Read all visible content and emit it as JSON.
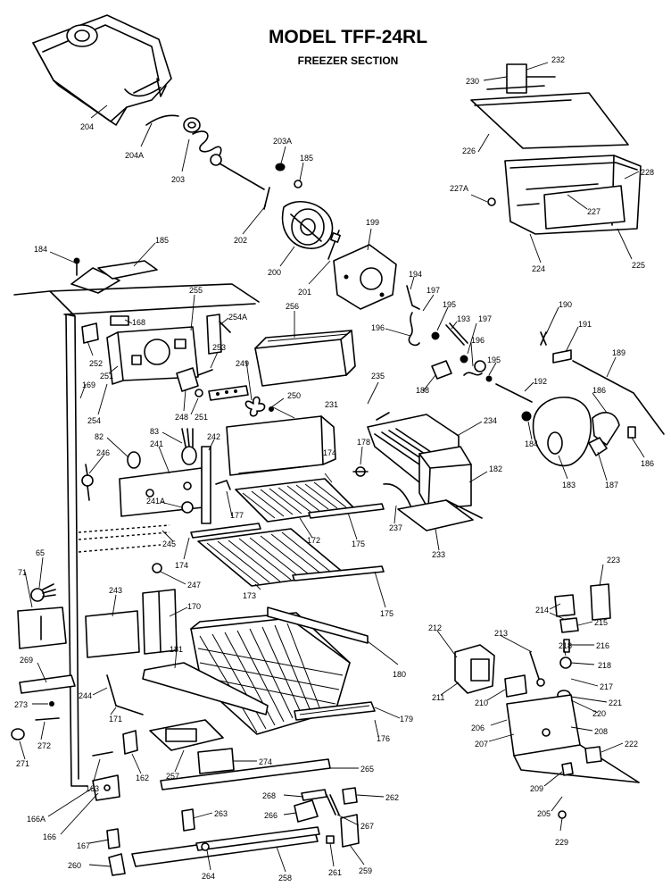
{
  "title": "MODEL TFF-24RL",
  "subtitle": "FREEZER SECTION",
  "labels": {
    "n204": "204",
    "n204A": "204A",
    "n203": "203",
    "n203A": "203A",
    "n185a": "185",
    "n202": "202",
    "n200": "200",
    "n201": "201",
    "n199": "199",
    "n230": "230",
    "n232": "232",
    "n226": "226",
    "n228": "228",
    "n227A": "227A",
    "n227": "227",
    "n224": "224",
    "n225": "225",
    "n184a": "184",
    "n185b": "185",
    "n255": "255",
    "n168": "168",
    "n254A": "254A",
    "n252": "252",
    "n251": "251",
    "n253": "253",
    "n169": "169",
    "n254": "254",
    "n248": "248",
    "n251b": "251",
    "n249": "249",
    "n250": "250",
    "n256": "256",
    "n194": "194",
    "n197a": "197",
    "n195": "195",
    "n193": "193",
    "n196a": "196",
    "n197b": "197",
    "n196b": "196",
    "n195b": "195",
    "n188": "188",
    "n192": "192",
    "n190": "190",
    "n191": "191",
    "n189": "189",
    "n186": "186",
    "n184b": "184",
    "n183": "183",
    "n187": "187",
    "n186b": "186",
    "n235": "235",
    "n231": "231",
    "n234": "234",
    "n178a": "178",
    "n182": "182",
    "n82": "82",
    "n83": "83",
    "n241": "241",
    "n242": "242",
    "n246": "246",
    "n174a": "174",
    "n241A": "241A",
    "n177": "177",
    "n172": "172",
    "n175a": "175",
    "n237": "237",
    "n233": "233",
    "n245": "245",
    "n174b": "174",
    "n71": "71",
    "n65": "65",
    "n247": "247",
    "n173": "173",
    "n175b": "175",
    "n243": "243",
    "n170": "170",
    "n223": "223",
    "n214": "214",
    "n215": "215",
    "n216": "216",
    "n218a": "218",
    "n212": "212",
    "n213": "213",
    "n218b": "218",
    "n217": "217",
    "n221": "221",
    "n211": "211",
    "n210": "210",
    "n220": "220",
    "n206": "206",
    "n208": "208",
    "n207": "207",
    "n222": "222",
    "n209": "209",
    "n205": "205",
    "n229": "229",
    "n269": "269",
    "n181": "181",
    "n180": "180",
    "n244": "244",
    "n273": "273",
    "n171": "171",
    "n179": "179",
    "n272": "272",
    "n176": "176",
    "n271": "271",
    "n257": "257",
    "n274": "274",
    "n265": "265",
    "n163": "163",
    "n162": "162",
    "n166A": "166A",
    "n268": "268",
    "n262": "262",
    "n166": "166",
    "n263": "263",
    "n266": "266",
    "n267": "267",
    "n167": "167",
    "n260": "260",
    "n264": "264",
    "n258": "258",
    "n261": "261",
    "n259": "259"
  }
}
